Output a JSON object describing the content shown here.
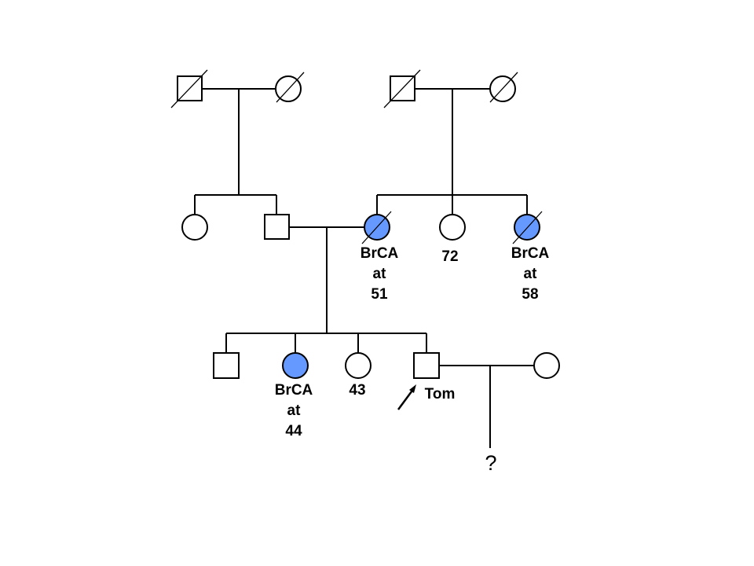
{
  "colors": {
    "affected": "#6699ff",
    "line": "#000000",
    "background": "#ffffff"
  },
  "labels": {
    "aunt1_line1": "BrCA",
    "aunt1_line2": "at",
    "aunt1_line3": "51",
    "aunt2_age": "72",
    "aunt3_line1": "BrCA",
    "aunt3_line2": "at",
    "aunt3_line3": "58",
    "sister1_line1": "BrCA",
    "sister1_line2": "at",
    "sister1_line3": "44",
    "sister2_age": "43",
    "proband_name": "Tom",
    "unknown_child": "?"
  }
}
